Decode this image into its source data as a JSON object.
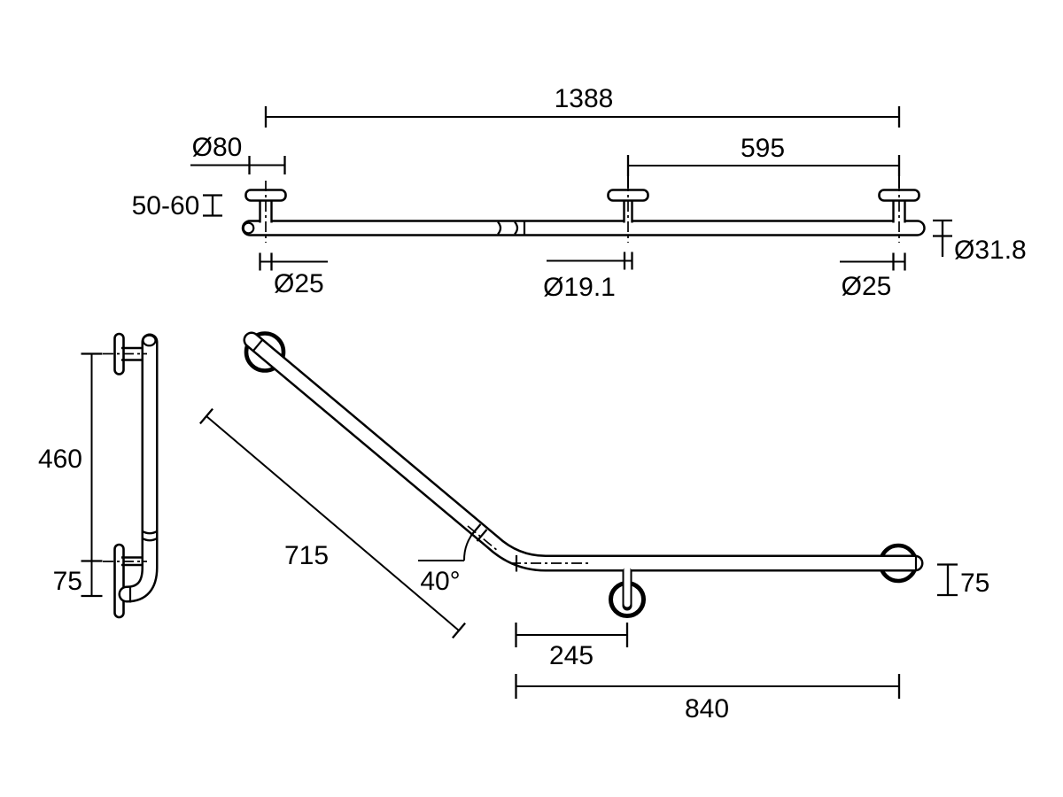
{
  "colors": {
    "line": "#000000",
    "background": "#ffffff"
  },
  "top_view": {
    "overall_length": "1388",
    "right_bracket_spacing": "595",
    "flange_diameter": "Ø80",
    "wall_clearance": "50-60",
    "left_post_diameter": "Ø25",
    "middle_post_diameter": "Ø19.1",
    "right_post_diameter": "Ø25",
    "tube_diameter": "Ø31.8"
  },
  "side_view": {
    "bracket_spacing": "460",
    "bottom_offset": "75"
  },
  "front_view": {
    "angled_section_length": "715",
    "bend_angle": "40°",
    "bracket_offset": "245",
    "horizontal_section_length": "840",
    "end_drop": "75"
  }
}
